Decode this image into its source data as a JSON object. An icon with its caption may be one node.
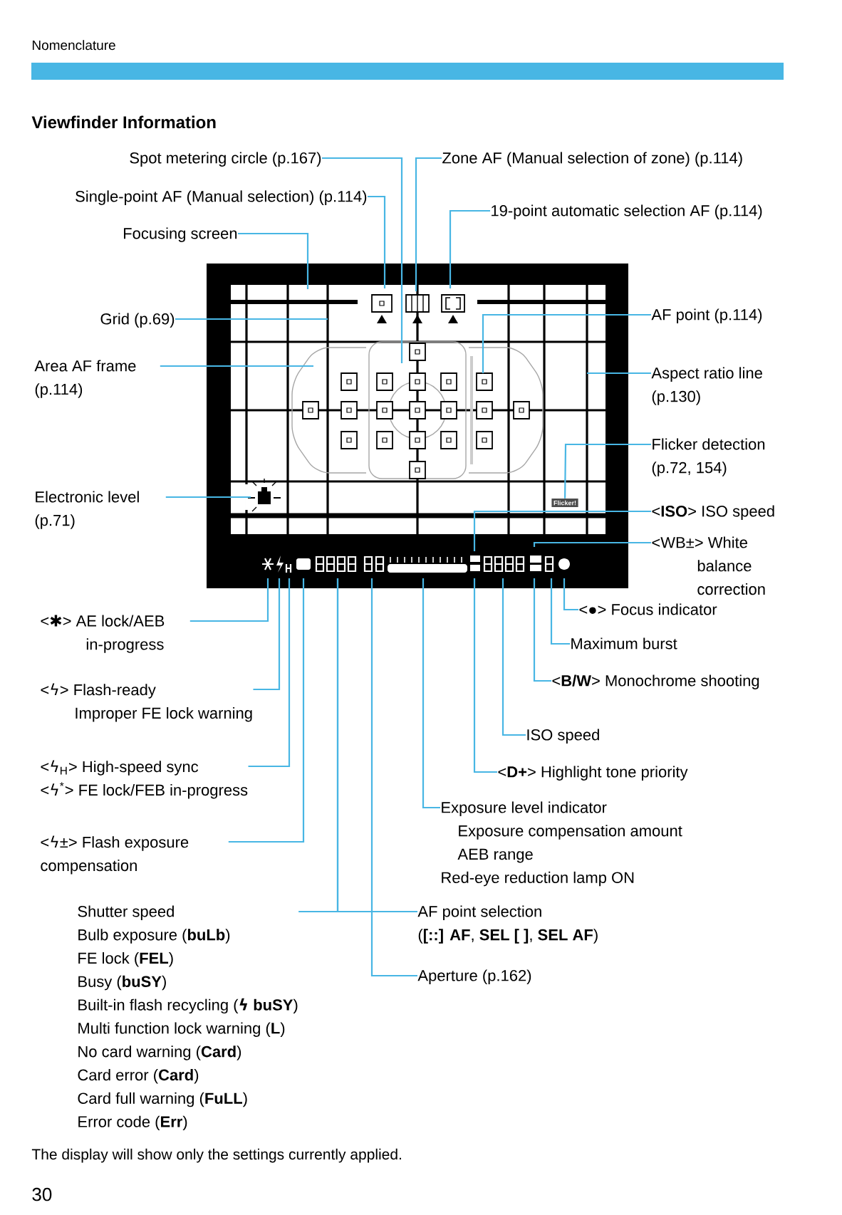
{
  "diagram": {
    "title": "Viewfinder Information",
    "caption": "The display will show only the settings currently applied.",
    "nodes": [
      {
        "text": [
          "Spot metering circle (p.167)"
        ]
      },
      {
        "text": [
          "Zone AF (Manual selection of zone) (p.114)"
        ]
      },
      {
        "text": [
          "Single-point AF (Manual selection) (p.114)"
        ]
      },
      {
        "text": [
          "19-point automatic selection AF (p.114)"
        ]
      },
      {
        "text": [
          "Focusing screen"
        ]
      },
      {
        "text": [
          "Grid (p.69)"
        ]
      },
      {
        "text": [
          "AF point (p.114)"
        ]
      },
      {
        "text": [
          "Area AF frame (p.114)"
        ]
      },
      {
        "text": [
          "Aspect ratio line (p.130)"
        ]
      },
      {
        "text": [
          "Flicker detection (p.72, 154)"
        ]
      },
      {
        "text": [
          "Electronic level (p.71)"
        ]
      },
      {
        "text": [
          "<**ISO**> ISO speed"
        ]
      },
      {
        "text": [
          "<WB±> White balance correction"
        ]
      },
      {
        "text": [
          "<✱> AE lock/AEB in-progress"
        ]
      },
      {
        "text": [
          "<●> Focus indicator"
        ]
      },
      {
        "text": [
          "Maximum burst"
        ]
      },
      {
        "text": [
          "<ϟ> Flash-ready",
          "Improper FE lock warning"
        ]
      },
      {
        "text": [
          "<**B/W**> Monochrome shooting"
        ]
      },
      {
        "text": [
          "ISO speed"
        ]
      },
      {
        "text": [
          "<ϟ$_{H}$> High-speed sync",
          "<ϟ$^{*}$> FE lock/FEB in-progress"
        ]
      },
      {
        "text": [
          "<**D+**> Highlight tone priority"
        ]
      },
      {
        "text": [
          "Exposure level indicator",
          "Exposure compensation amount",
          "AEB range",
          "Red-eye reduction lamp ON"
        ]
      },
      {
        "text": [
          "<ϟ±> Flash exposure compensation"
        ]
      },
      {
        "text": [
          "Shutter speed",
          "Bulb exposure (**buLb**)",
          "FE lock (**FEL**)",
          "Busy (**buSY**)",
          "Built-in flash recycling (**ϟ buSY**)",
          "Multi function lock warning (**L**)",
          "No card warning (**Card**)",
          "Card error (**Card**)",
          "Card full warning (**FuLL**)",
          "Error code (**Err**)"
        ]
      },
      {
        "text": [
          "AF point selection (**[::] AF**, **SEL [ ]**, **SEL AF**)"
        ]
      },
      {
        "text": [
          "Aperture (p.162)"
        ]
      },
      {
        "text": [],
        "shape": "picture"
      },
      {
        "text": [
          "Flicker!"
        ],
        "in": 26
      }
    ],
    "edges": [
      {
        "from": 0,
        "to": 26,
        "arrow": "none"
      },
      {
        "from": 1,
        "to": 26,
        "arrow": "none"
      },
      {
        "from": 2,
        "to": 26,
        "arrow": "none"
      },
      {
        "from": 3,
        "to": 26,
        "arrow": "none"
      },
      {
        "from": 4,
        "to": 26,
        "arrow": "none"
      },
      {
        "from": 5,
        "to": 26,
        "arrow": "none"
      },
      {
        "from": 6,
        "to": 26,
        "arrow": "none"
      },
      {
        "from": 7,
        "to": 26,
        "arrow": "none"
      },
      {
        "from": 8,
        "to": 26,
        "arrow": "none"
      },
      {
        "from": 9,
        "to": 27,
        "arrow": "none"
      },
      {
        "from": 10,
        "to": 26,
        "arrow": "none"
      },
      {
        "from": 11,
        "to": 26,
        "arrow": "none"
      },
      {
        "from": 12,
        "to": 26,
        "arrow": "none"
      },
      {
        "from": 13,
        "to": 26,
        "arrow": "none"
      },
      {
        "from": 14,
        "to": 26,
        "arrow": "none"
      },
      {
        "from": 15,
        "to": 26,
        "arrow": "none"
      },
      {
        "from": 16,
        "to": 26,
        "arrow": "none"
      },
      {
        "from": 17,
        "to": 26,
        "arrow": "none"
      },
      {
        "from": 18,
        "to": 26,
        "arrow": "none"
      },
      {
        "from": 19,
        "to": 26,
        "arrow": "none"
      },
      {
        "from": 20,
        "to": 26,
        "arrow": "none"
      },
      {
        "from": 21,
        "to": 26,
        "arrow": "none"
      },
      {
        "from": 22,
        "to": 26,
        "arrow": "none"
      },
      {
        "from": 23,
        "to": 26,
        "arrow": "none"
      },
      {
        "from": 24,
        "to": 26,
        "arrow": "none"
      },
      {
        "from": 25,
        "to": 26,
        "arrow": "none"
      }
    ],
    "labels": [
      "Nomenclature",
      "30"
    ]
  }
}
